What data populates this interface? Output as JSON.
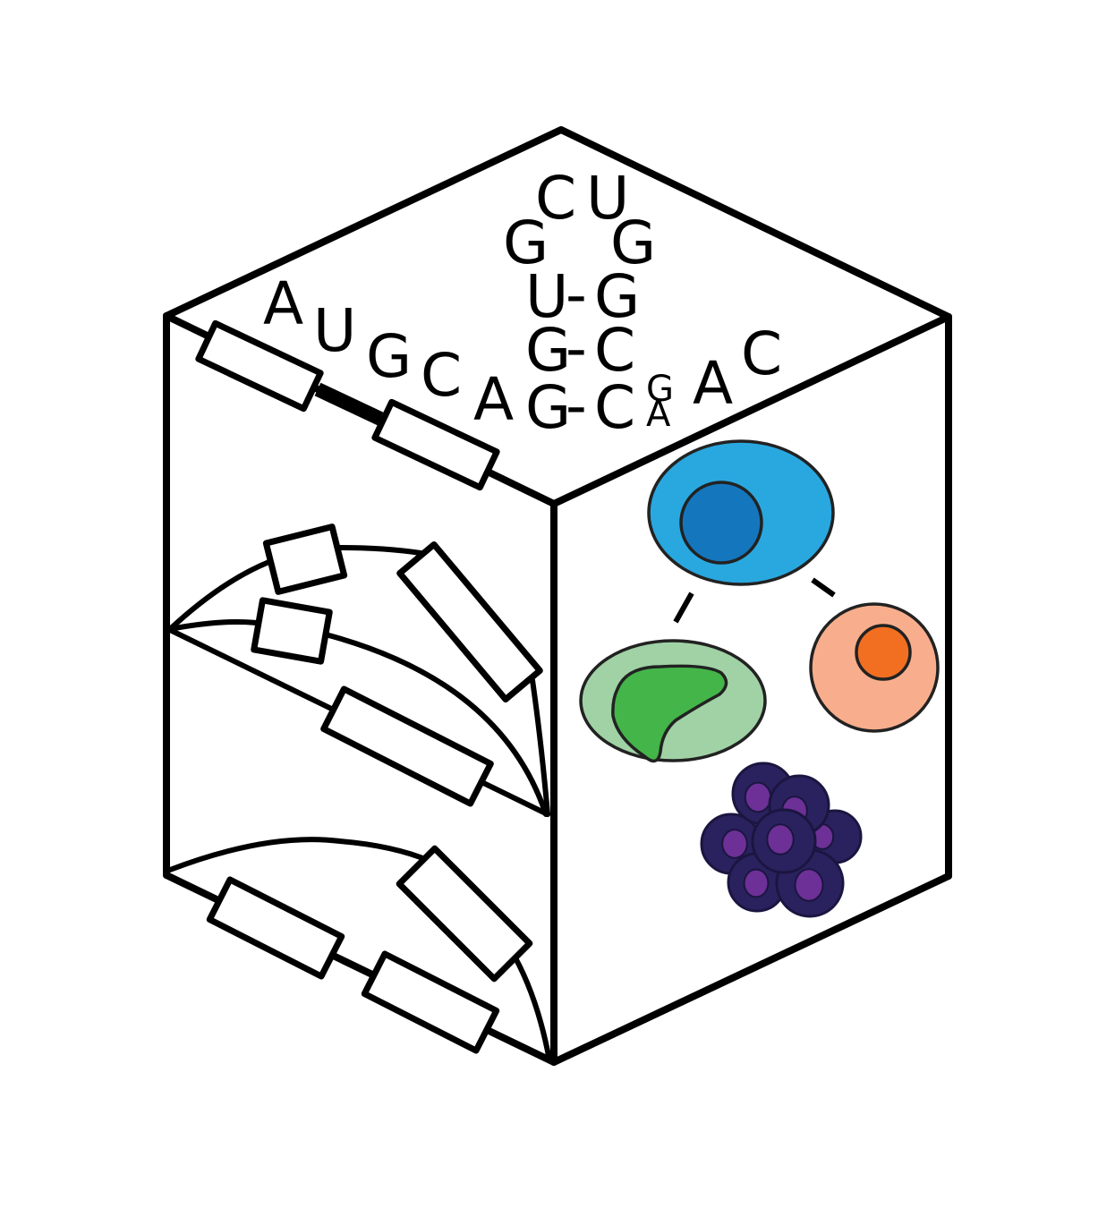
{
  "rna": {
    "strand": [
      "A",
      "U",
      "G",
      "C",
      "A"
    ],
    "loop": [
      "C",
      "U",
      "G",
      "G"
    ],
    "stem": [
      {
        "left": "U",
        "bond": "-",
        "right": "G"
      },
      {
        "left": "G",
        "bond": "-",
        "right": "C"
      },
      {
        "left": "G",
        "bond": "-",
        "right": "C"
      }
    ],
    "bulge": [
      "G",
      "A"
    ],
    "tail": [
      "A",
      "C"
    ]
  },
  "colors": {
    "line": "#000000",
    "cell_blue_outer": "#29A8E0",
    "cell_blue_nucleus": "#1477BD",
    "cell_salmon_outer": "#F8AE8C",
    "cell_orange_nucleus": "#F26F21",
    "cell_green_outer": "#A0D2A5",
    "cell_green_nucleus": "#44B549",
    "cluster_outer": "#2A225E",
    "cluster_inner": "#6C3096"
  },
  "icons": [
    "hexagon-cube-outline",
    "protein-helix-bars",
    "rna-hairpin",
    "cell-network"
  ]
}
